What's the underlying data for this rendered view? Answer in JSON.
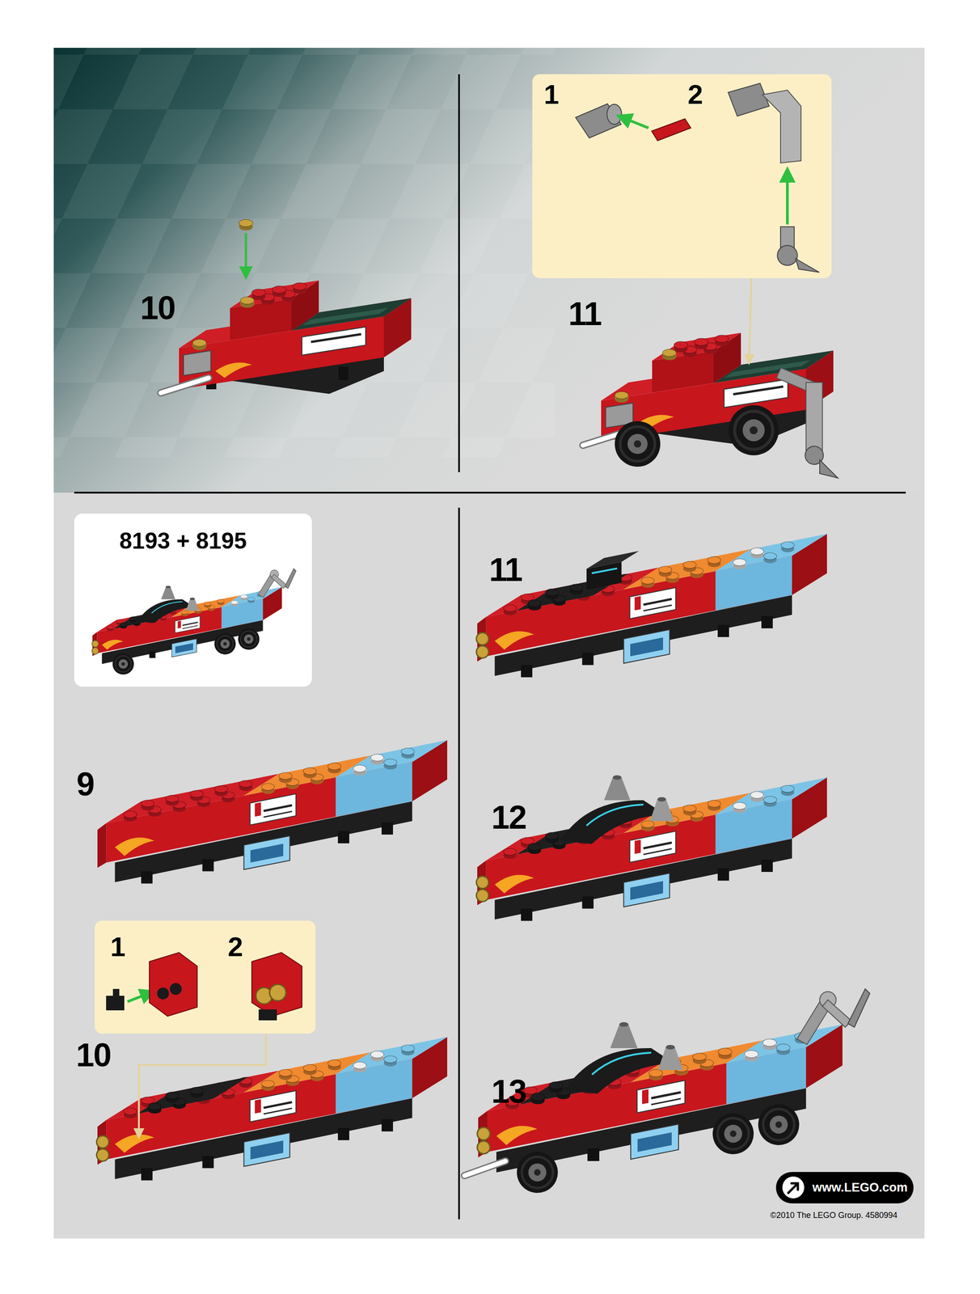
{
  "diagram": {
    "nodes": [
      {
        "text": [
          "1",
          "2"
        ]
      },
      {
        "text": [
          "8193 + 8195"
        ]
      },
      {
        "text": [
          "1",
          "2"
        ]
      },
      {
        "text": [
          "www.LEGO.com"
        ]
      }
    ],
    "labels": [
      "10",
      "11",
      "9",
      "10",
      "11",
      "12",
      "13",
      "©2010 The LEGO Group. 4580994"
    ]
  }
}
